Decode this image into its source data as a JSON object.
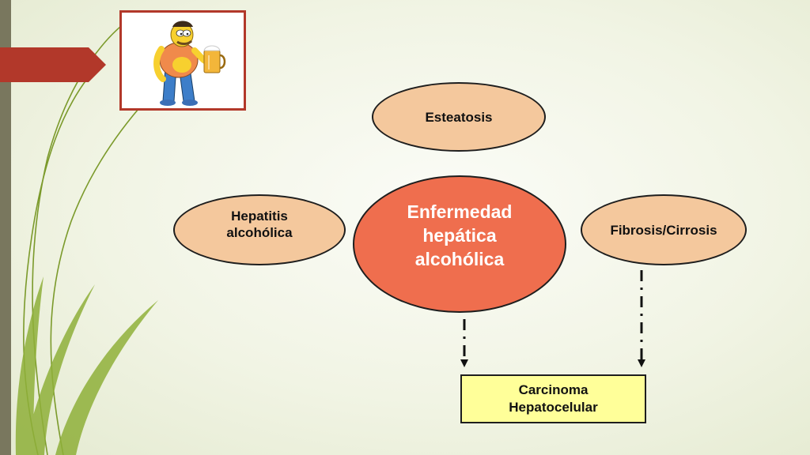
{
  "nodes": {
    "center": "Enfermedad hepática alcohólica",
    "top": "Esteatosis",
    "left": "Hepatitis alcohólica",
    "right": "Fibrosis/Cirrosis",
    "bottom": "Carcinoma Hepatocelular"
  },
  "colors": {
    "center_fill": "#ef6e4e",
    "node_fill": "#f4c89d",
    "box_fill": "#ffff99",
    "accent": "#b2382a",
    "sidebar": "#79775e"
  },
  "illustration": "cartoon-man-holding-beer-mug"
}
